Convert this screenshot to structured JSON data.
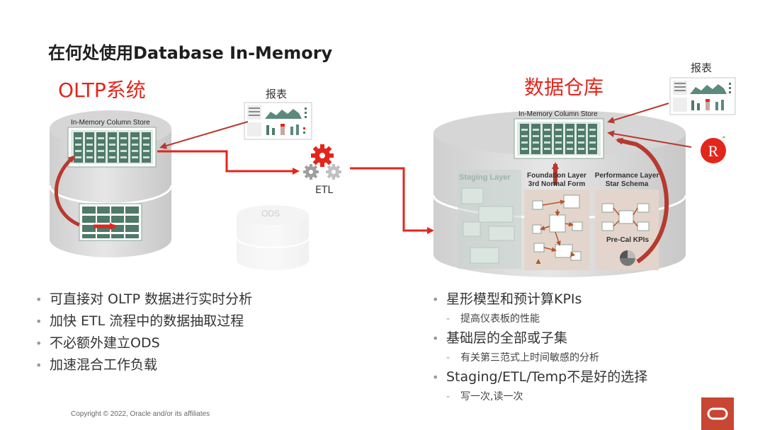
{
  "slide": {
    "title": "在何处使用Database In-Memory",
    "copyright": "Copyright © 2022, Oracle and/or its affiliates"
  },
  "oltp": {
    "heading": "OLTP系统",
    "column_store_label": "In-Memory Column Store",
    "report_label": "报表"
  },
  "etl": {
    "label": "ETL"
  },
  "ods": {
    "label": "ODS"
  },
  "warehouse": {
    "heading": "数据仓库",
    "column_store_label": "In-Memory Column Store",
    "report_label": "报表",
    "staging_label": "Staging Layer",
    "foundation_label_line1": "Foundation Layer",
    "foundation_label_line2": "3rd Normal Form",
    "performance_label_line1": "Performance Layer",
    "performance_label_line2": "Star Schema",
    "precal_label": "Pre-Cal KPIs",
    "r_logo": "R"
  },
  "left_bullets": [
    "可直接对 OLTP 数据进行实时分析",
    "加快 ETL 流程中的数据抽取过程",
    "不必额外建立ODS",
    "加速混合工作负载"
  ],
  "right_bullets": [
    {
      "text": "星形模型和预计算KPIs",
      "sub": "提高仪表板的性能"
    },
    {
      "text": "基础层的全部或子集",
      "sub": "有关第三范式上时间敏感的分析"
    },
    {
      "text": "Staging/ETL/Temp不是好的选择",
      "sub": "写一次,读一次"
    }
  ],
  "colors": {
    "accent_red": "#e2261c",
    "oracle_red": "#c74634",
    "column_store_green": "#4f7a6a",
    "cylinder_grey": "#d9d9d9"
  },
  "icons": [
    "report-chart-icon",
    "gear-icon",
    "r-logo-icon",
    "oracle-logo-icon",
    "arrow-icon"
  ]
}
